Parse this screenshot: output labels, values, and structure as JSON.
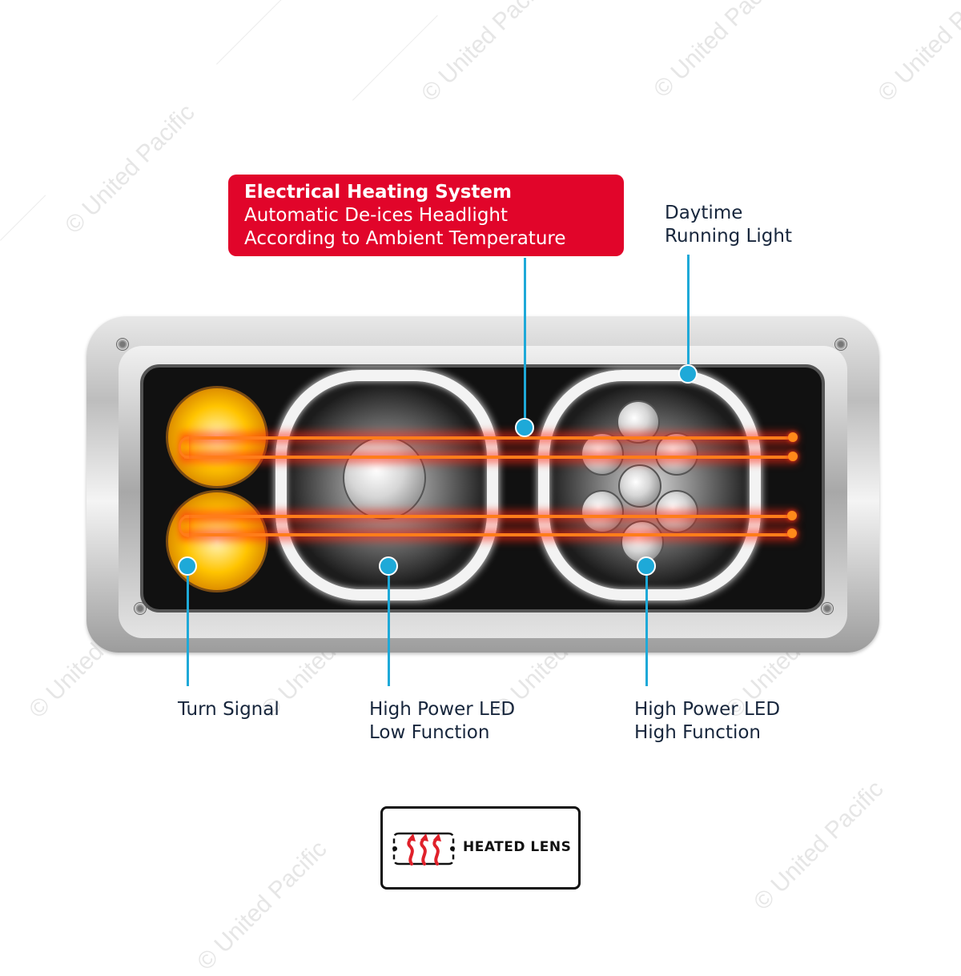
{
  "watermark": {
    "text": "© United Pacific"
  },
  "callouts": {
    "heating": {
      "title": "Electrical Heating System",
      "line1": "Automatic De-ices Headlight",
      "line2": "According to Ambient Temperature",
      "color": "#e1052a"
    },
    "drl": {
      "line1": "Daytime",
      "line2": "Running Light"
    },
    "turn_signal": {
      "line1": "Turn Signal"
    },
    "low_function": {
      "line1": "High Power LED",
      "line2": "Low Function"
    },
    "high_function": {
      "line1": "High Power LED",
      "line2": "High Function"
    },
    "leader_color": "#1ea9d8",
    "text_color": "#17263c"
  },
  "badge": {
    "label": "HEATED LENS",
    "icon": "heated-lens-icon",
    "icon_color": "#e0202a"
  }
}
